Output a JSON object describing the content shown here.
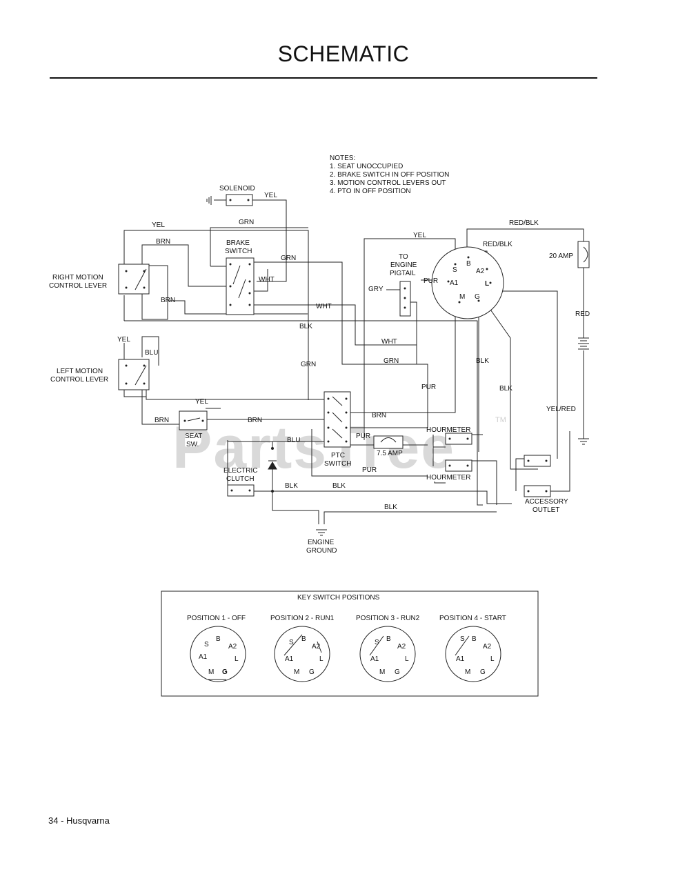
{
  "header": {
    "title": "SCHEMATIC"
  },
  "notes": {
    "heading": "NOTES:",
    "items": [
      "1.  SEAT UNOCCUPIED",
      "2.  BRAKE SWITCH IN OFF POSITION",
      "3.  MOTION CONTROL LEVERS OUT",
      "4.  PTO IN OFF POSITION"
    ]
  },
  "components": {
    "solenoid": "SOLENOID",
    "brake_switch": [
      "BRAKE",
      "SWITCH"
    ],
    "right_lever": [
      "RIGHT MOTION",
      "CONTROL LEVER"
    ],
    "left_lever": [
      "LEFT MOTION",
      "CONTROL LEVER"
    ],
    "engine_pigtail": [
      "TO",
      "ENGINE",
      "PIGTAIL"
    ],
    "seat_switch": [
      "SEAT",
      "SW."
    ],
    "ptc_switch": [
      "PTC",
      "SWITCH"
    ],
    "electric_clutch": [
      "ELECTRIC",
      "CLUTCH"
    ],
    "fuse_75": "7.5 AMP",
    "fuse_20": "20 AMP",
    "hourmeter_1": "HOURMETER",
    "hourmeter_2": "HOURMETER",
    "accessory_outlet": [
      "ACCESSORY",
      "OUTLET"
    ],
    "engine_ground": [
      "ENGINE",
      "GROUND"
    ]
  },
  "ignition_terminals": {
    "s": "S",
    "b": "B",
    "a2": "A2",
    "a1": "A1",
    "l": "L",
    "m": "M",
    "g": "G"
  },
  "wires": {
    "yel_solenoid": "YEL",
    "yel_top": "YEL",
    "grn_top": "GRN",
    "brn_top": "BRN",
    "grn_brake": "GRN",
    "wht_brake": "WHT",
    "brn_right": "BRN",
    "wht_mid": "WHT",
    "blk_mid": "BLK",
    "yel_left": "YEL",
    "blu_left": "BLU",
    "wht_low": "WHT",
    "grn_low": "GRN",
    "grn_vert": "GRN",
    "yel_ign": "YEL",
    "red_blk_top": "RED/BLK",
    "red_blk_in": "RED/BLK",
    "gry": "GRY",
    "pur_ign": "PUR",
    "blk_ign1": "BLK",
    "blk_ign2": "BLK",
    "pur_vert": "PUR",
    "yel_red": "YEL/RED",
    "red": "RED",
    "yel_seat": "YEL",
    "brn_seat_l": "BRN",
    "brn_seat_r": "BRN",
    "brn_ptc": "BRN",
    "pur_ptc": "PUR",
    "blu_ptc": "BLU",
    "pur_low": "PUR",
    "blk_clutch1": "BLK",
    "blk_clutch2": "BLK",
    "blk_bottom": "BLK"
  },
  "key_switch": {
    "title": "KEY SWITCH POSITIONS",
    "positions": [
      {
        "label": "POSITION 1 - OFF"
      },
      {
        "label": "POSITION 2 - RUN1"
      },
      {
        "label": "POSITION 3 - RUN2"
      },
      {
        "label": "POSITION 4 - START"
      }
    ]
  },
  "watermark": {
    "text": "PartsTree",
    "tm": "TM"
  },
  "footer": {
    "page": "34 - Husqvarna"
  }
}
